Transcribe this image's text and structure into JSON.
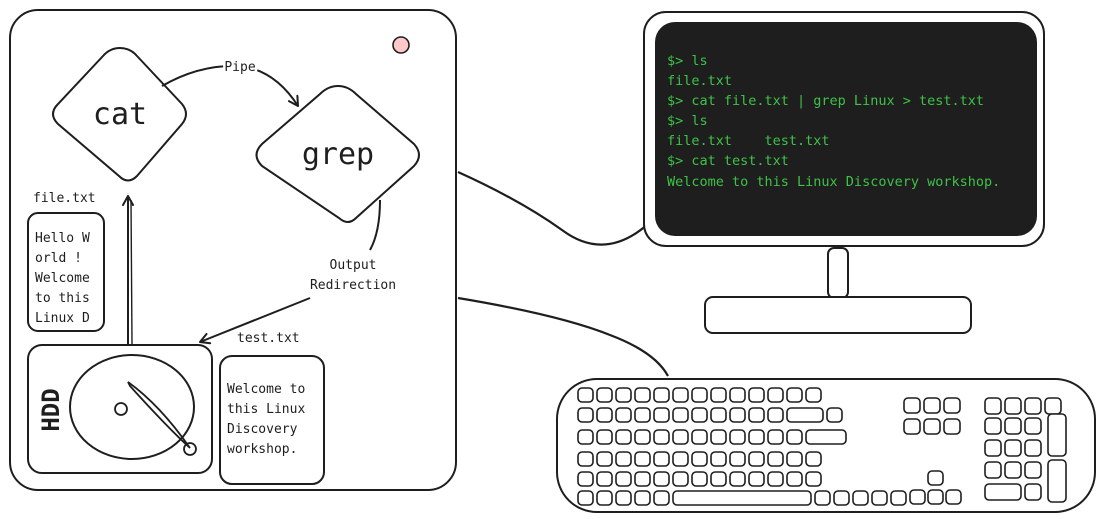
{
  "computer": {
    "process_1": "cat",
    "process_2": "grep",
    "pipe_label": "Pipe",
    "redirection_label_1": "Output",
    "redirection_label_2": "Redirection",
    "input_file": {
      "name": "file.txt",
      "lines": [
        "Hello W",
        "orld !",
        "Welcome",
        "to this",
        "Linux D"
      ]
    },
    "output_file": {
      "name": "test.txt",
      "lines": [
        "Welcome to",
        "this Linux",
        "Discovery",
        "workshop."
      ]
    },
    "disk_label": "HDD"
  },
  "terminal": {
    "lines": [
      "$> ls",
      "file.txt",
      "$> cat file.txt | grep Linux > test.txt",
      "$> ls",
      "file.txt    test.txt",
      "$> cat test.txt",
      "Welcome to this Linux Discovery workshop."
    ]
  },
  "colors": {
    "stroke": "#1e1e1e",
    "terminal_bg": "#1e1e1e",
    "terminal_text": "#3ec247",
    "power_led": "#ffc9c9"
  }
}
